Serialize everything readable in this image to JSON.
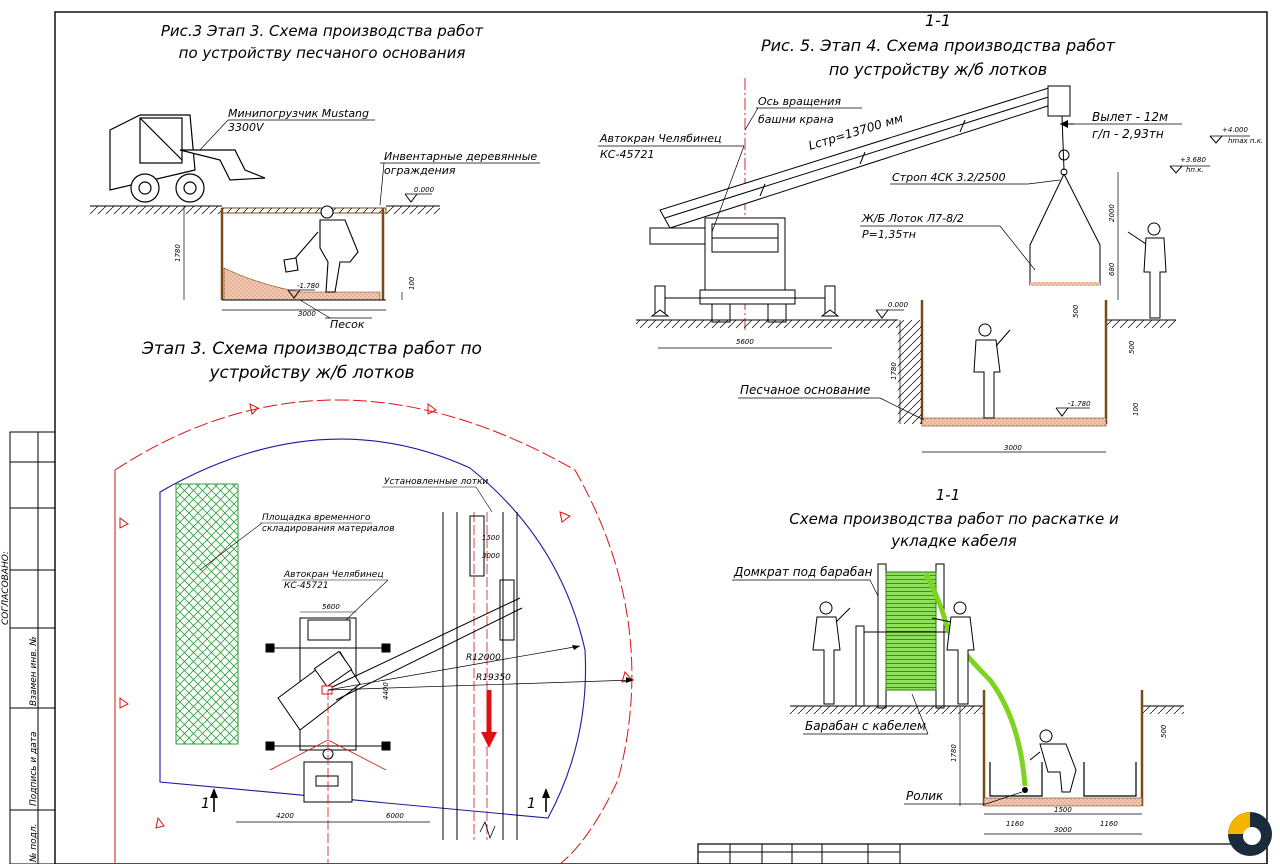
{
  "sidebar": {
    "field_inv": "Взамен инв. №",
    "field_sign": "Подпись и дата",
    "field_orig": "№ подл.",
    "field_agreed": "СОГЛАСОВАНО:"
  },
  "fig3": {
    "title_line1": "Рис.3 Этап 3. Схема производства работ",
    "title_line2": "по устройству песчаного основания",
    "loader_label_line1": "Минипогрузчик Mustang",
    "loader_label_line2": "3300V",
    "fence_label_line1": "Инвентарные деревянные",
    "fence_label_line2": "ограждения",
    "level_top": "0.000",
    "level_bottom": "-1.780",
    "dim_depth": "1780",
    "dim_width": "3000",
    "dim_sand": "100",
    "sand_label": "Песок"
  },
  "fig5": {
    "section_mark": "1-1",
    "title_line1": "Рис. 5. Этап 4. Схема производства работ",
    "title_line2": "по устройству ж/б лотков",
    "axis_label_line1": "Ось вращения",
    "axis_label_line2": "башни крана",
    "crane_label_line1": "Автокран Челябинец",
    "crane_label_line2": "КС-45721",
    "boom_label": "Lстр=13700 мм",
    "reach_label_line1": "Вылет - 12м",
    "reach_label_line2": "г/п - 2,93тн",
    "hmax_level": "+4.000",
    "hmax_label": "hmax п.к.",
    "pk_level": "+3.680",
    "pk_label": "hп.к.",
    "sling_label": "Строп 4СК 3.2/2500",
    "tray_label_line1": "Ж/Б Лоток Л7-8/2",
    "tray_label_line2": "Р=1,35тн",
    "dim_2000": "2000",
    "dim_680": "680",
    "dim_500a": "500",
    "dim_500b": "500",
    "dim_5600": "5600",
    "dim_1780": "1780",
    "dim_100": "100",
    "dim_3000": "3000",
    "level_top": "0.000",
    "level_bottom": "-1.780",
    "sand_base_label": "Песчаное основание"
  },
  "plan": {
    "title_line1": "Этап 3. Схема производства работ по",
    "title_line2": "устройству ж/б лотков",
    "storage_line1": "Площадка временного",
    "storage_line2": "складирования материалов",
    "installed_label": "Установленные лотки",
    "crane_line1": "Автокран Челябинец",
    "crane_line2": "КС-45721",
    "dim_5600": "5600",
    "dim_4400": "4400",
    "dim_1500": "1500",
    "dim_3000": "3000",
    "dim_4200": "4200",
    "dim_6000": "6000",
    "r1": "R12000",
    "r2": "R19350",
    "section_left": "1",
    "section_right": "1"
  },
  "cable": {
    "section_mark": "1-1",
    "title_line1": "Схема производства работ по раскатке и",
    "title_line2": "укладке кабеля",
    "jack_label": "Домкрат под барабан",
    "drum_label": "Барабан с кабелем",
    "roller_label": "Ролик",
    "dim_1780": "1780",
    "dim_500": "500",
    "dim_1160a": "1160",
    "dim_1500": "1500",
    "dim_1160b": "1160",
    "dim_3000": "3000"
  },
  "colors": {
    "dimension_red": "#d11",
    "reach_blue": "#1a1aa0",
    "storage_green": "#2e9e3a",
    "cable_green": "#7ed321",
    "wall_brown": "#7a4a1a",
    "sand": "#e9b99a",
    "arrow_red": "#d11"
  },
  "logo": {
    "icon": "brand-logo-icon"
  }
}
